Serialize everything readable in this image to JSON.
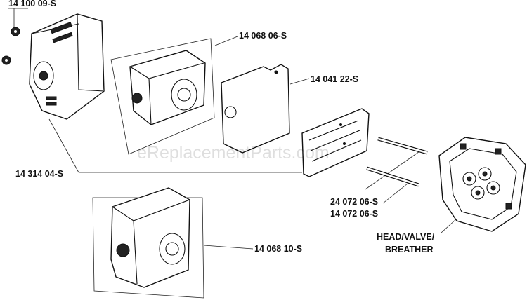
{
  "watermark": "eReplacementParts.com",
  "labels": {
    "nut": "14 100 09-S",
    "muffler_upper": "14 068 06-S",
    "gasket": "14 041 22-S",
    "cover": "14 314 04-S",
    "stud_1": "24 072 06-S",
    "stud_2": "14 072 06-S",
    "head_1": "HEAD/VALVE/",
    "head_2": "BREATHER",
    "muffler_lower": "14 068 10-S"
  }
}
